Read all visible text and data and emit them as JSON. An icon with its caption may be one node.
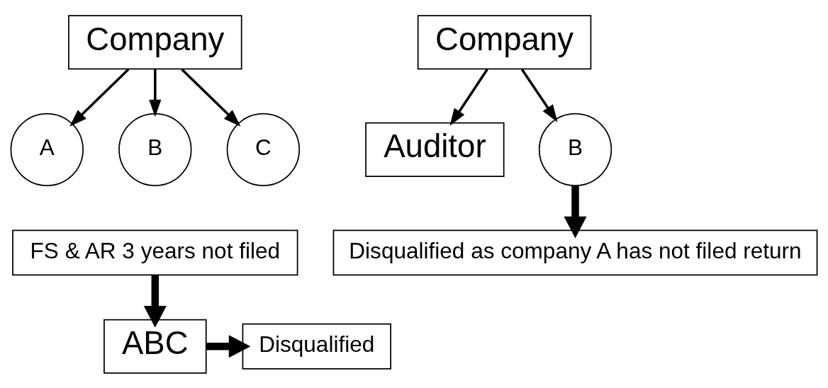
{
  "diagram": {
    "nodes": [
      {
        "text": [
          "Company"
        ]
      },
      {
        "text": [
          "A"
        ]
      },
      {
        "text": [
          "B"
        ]
      },
      {
        "text": [
          "C"
        ]
      },
      {
        "text": [
          "FS & AR 3 years not filed"
        ]
      },
      {
        "text": [
          "ABC"
        ]
      },
      {
        "text": [
          "Disqualified"
        ]
      },
      {
        "text": [
          "Company"
        ]
      },
      {
        "text": [
          "Auditor"
        ]
      },
      {
        "text": [
          "B"
        ]
      },
      {
        "text": [
          "Disqualified as company A has not filed return"
        ]
      }
    ],
    "edges": [
      {
        "from": 0,
        "to": 1,
        "arrow": "to"
      },
      {
        "from": 0,
        "to": 2,
        "arrow": "to"
      },
      {
        "from": 0,
        "to": 3,
        "arrow": "to"
      },
      {
        "from": 4,
        "to": 5,
        "arrow": "to",
        "style": "thick"
      },
      {
        "from": 5,
        "to": 6,
        "arrow": "to",
        "style": "thick"
      },
      {
        "from": 7,
        "to": 8,
        "arrow": "to"
      },
      {
        "from": 7,
        "to": 9,
        "arrow": "to"
      },
      {
        "from": 9,
        "to": 10,
        "arrow": "to",
        "style": "thick"
      }
    ]
  }
}
